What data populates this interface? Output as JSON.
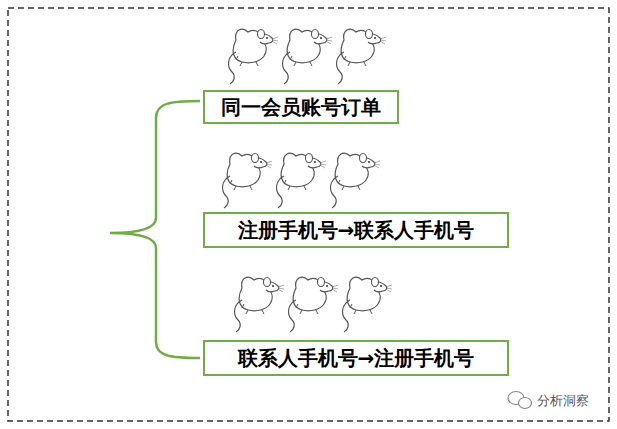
{
  "diagram": {
    "nodes": [
      {
        "text": [
          "同一会员账号订单"
        ]
      },
      {
        "text": [
          "注册手机号→联系人手机号"
        ]
      },
      {
        "text": [
          "联系人手机号→注册手机号"
        ]
      }
    ],
    "labels": [
      "分析洞察"
    ]
  }
}
